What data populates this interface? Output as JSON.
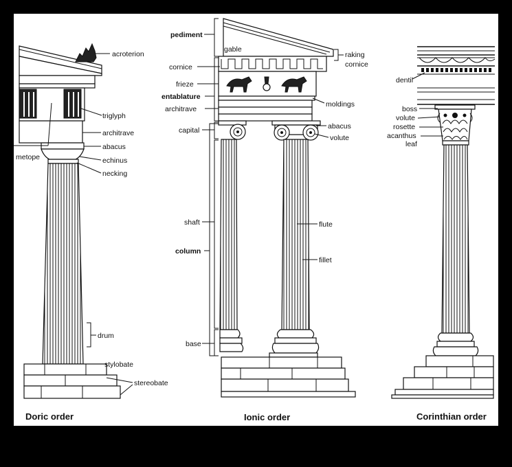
{
  "orders": {
    "doric": {
      "title": "Doric order",
      "labels": {
        "acroterion": "acroterion",
        "triglyph": "triglyph",
        "metope": "metope",
        "architrave": "architrave",
        "abacus": "abacus",
        "echinus": "echinus",
        "necking": "necking",
        "drum": "drum",
        "stylobate": "stylobate",
        "stereobate": "stereobate"
      }
    },
    "ionic": {
      "title": "Ionic order",
      "labels": {
        "pediment": "pediment",
        "gable": "gable",
        "raking_cornice_1": "raking",
        "raking_cornice_2": "cornice",
        "cornice": "cornice",
        "frieze": "frieze",
        "entablature": "entablature",
        "architrave": "architrave",
        "moldings": "moldings",
        "capital": "capital",
        "abacus": "abacus",
        "volute": "volute",
        "shaft": "shaft",
        "flute": "flute",
        "column": "column",
        "fillet": "fillet",
        "base": "base"
      }
    },
    "corinthian": {
      "title": "Corinthian order",
      "labels": {
        "dentil": "dentil",
        "boss": "boss",
        "volute": "volute",
        "rosette": "rosette",
        "acanthus_1": "acanthus",
        "acanthus_2": "leaf"
      }
    }
  }
}
